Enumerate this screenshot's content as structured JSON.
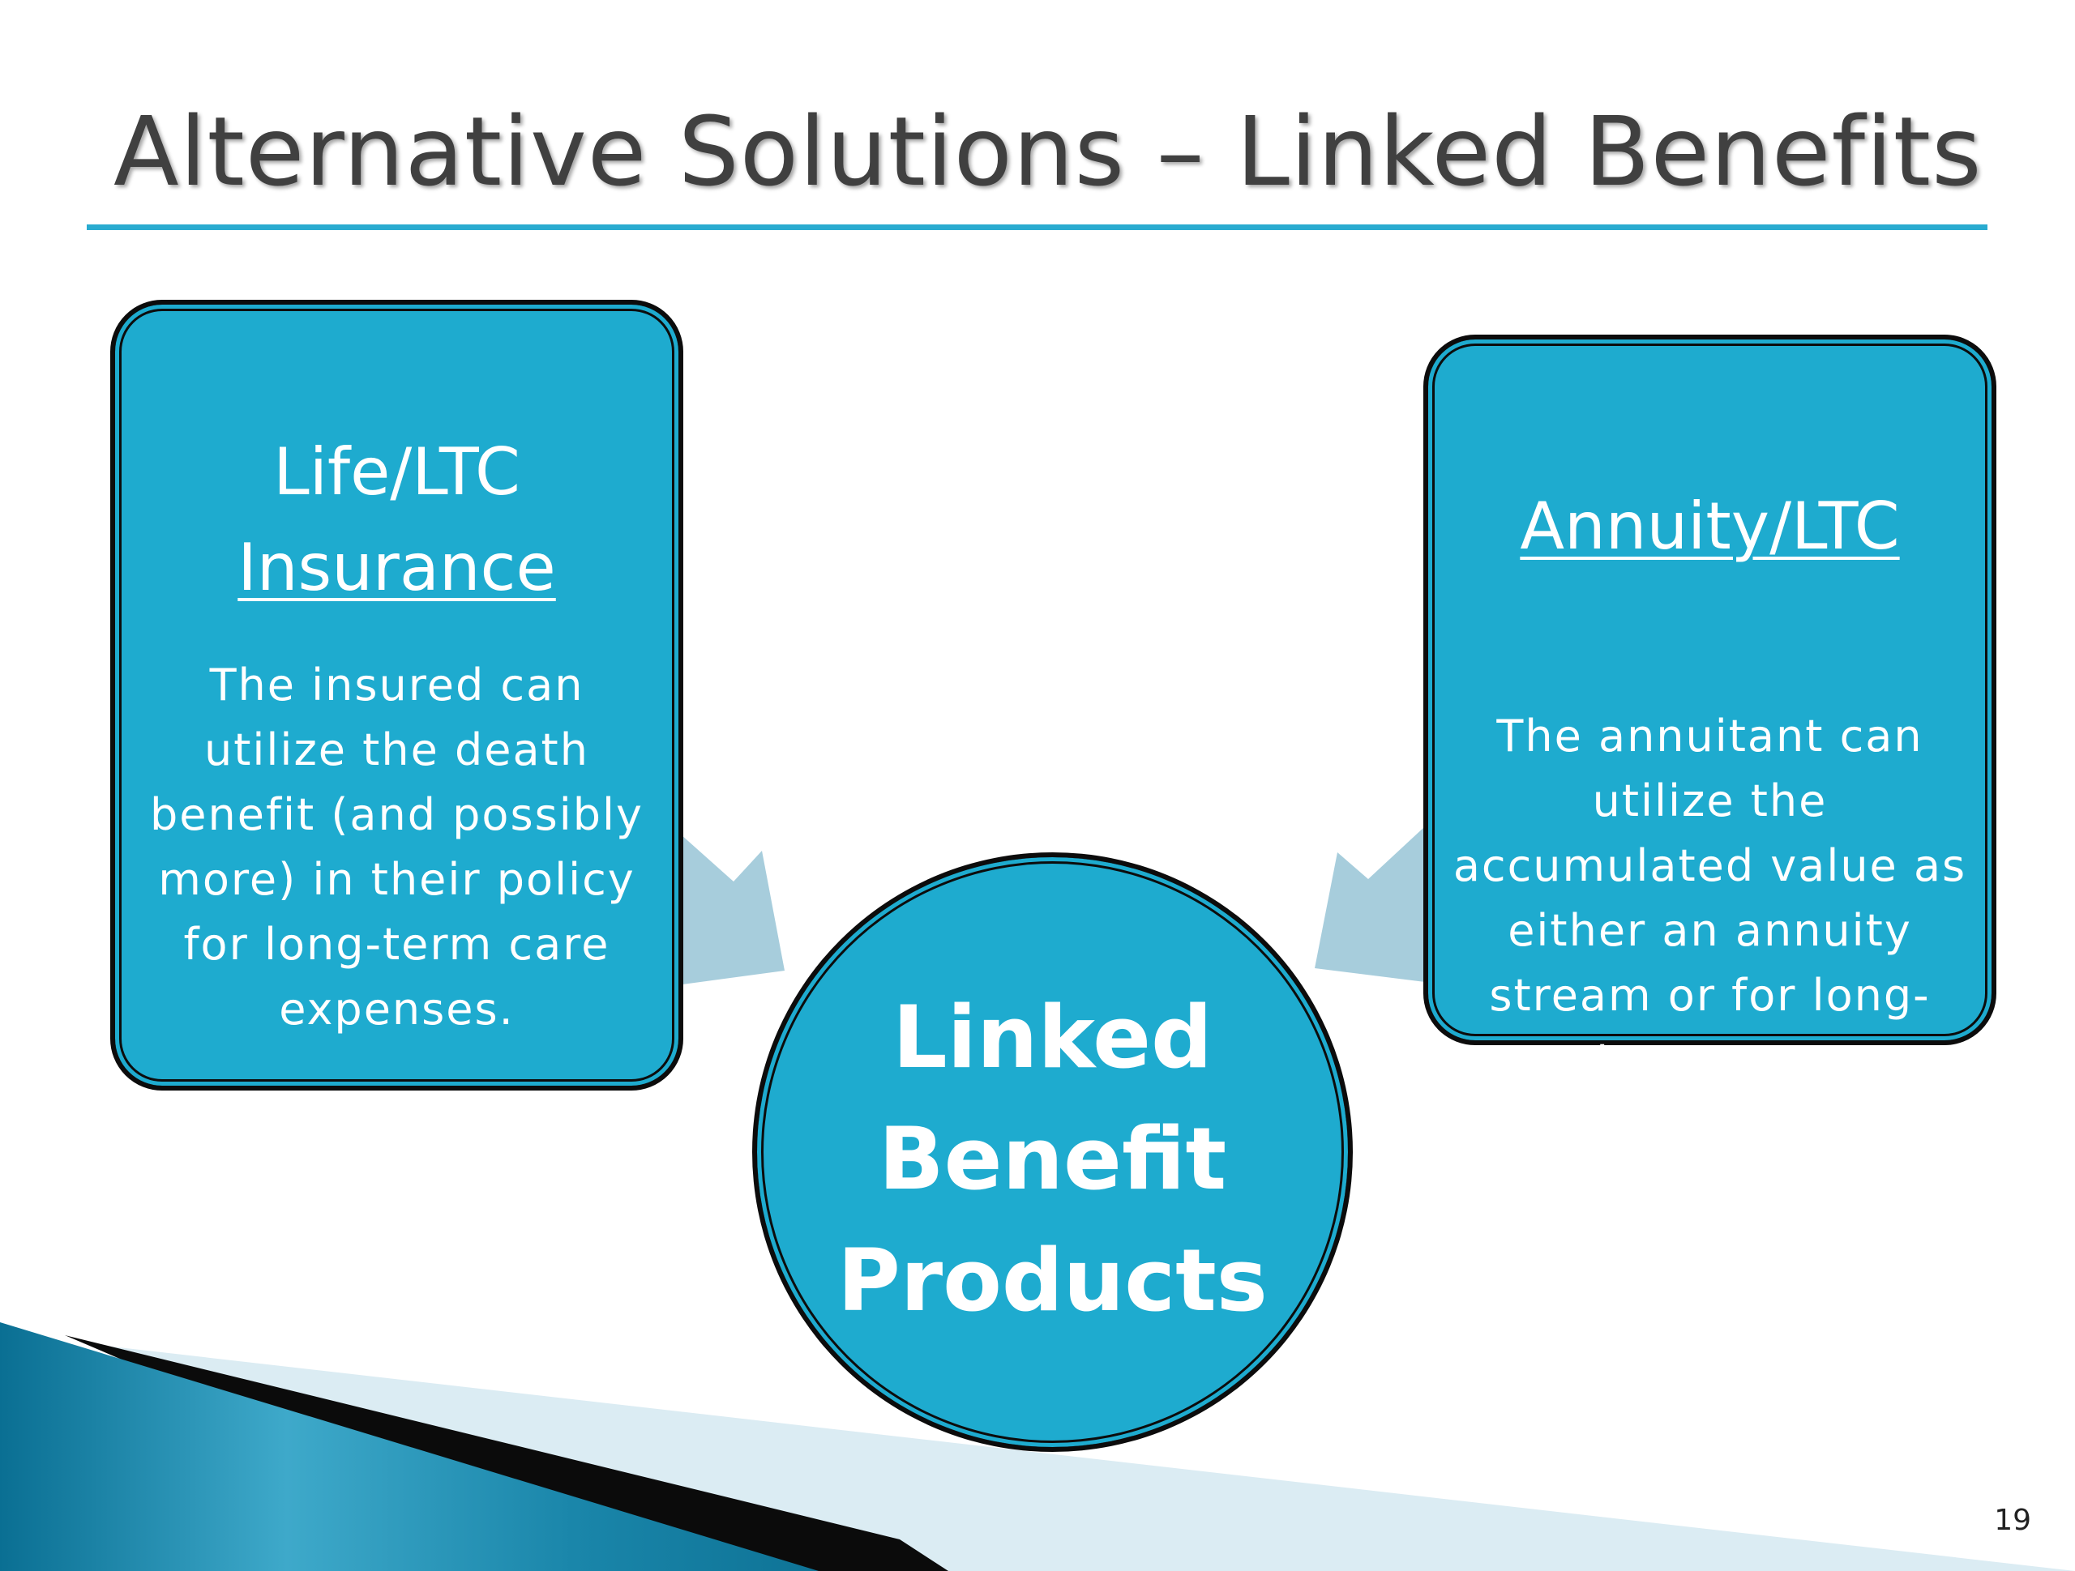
{
  "slide": {
    "title": "Alternative Solutions – Linked Benefits",
    "page_number": "19"
  },
  "left_box": {
    "heading_line1": "Life/LTC",
    "heading_line2": "Insurance",
    "body": "The insured can utilize the death benefit (and possibly more) in their policy for long-term care expenses."
  },
  "right_box": {
    "heading": "Annuity/LTC",
    "body": "The annuitant can utilize the accumulated value as either an annuity stream or for long-term care"
  },
  "center": {
    "lines": [
      "Linked",
      "Benefit",
      "Products"
    ]
  },
  "colors": {
    "box_fill": "#1eabcf",
    "outline": "#0c0c0c",
    "arrow": "#a7cddc",
    "title_rule": "#29abd0",
    "title_text": "#404040"
  }
}
